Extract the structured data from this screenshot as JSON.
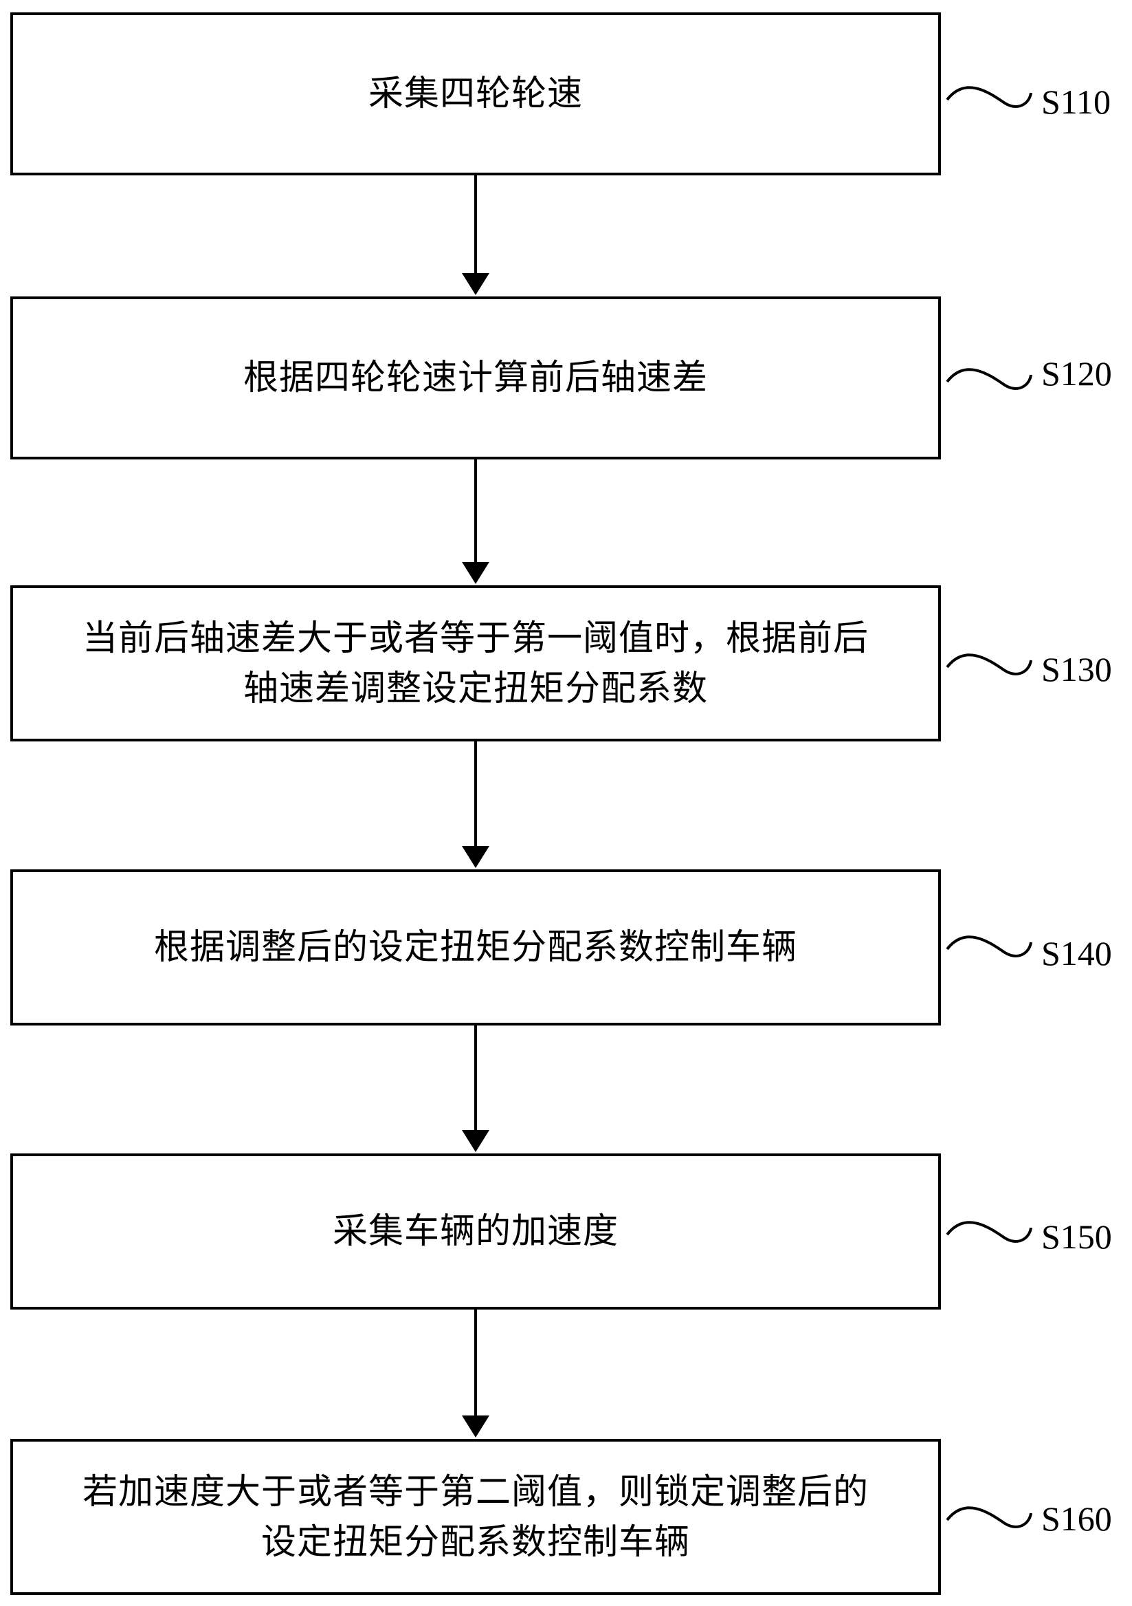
{
  "steps": [
    {
      "label": "S110",
      "lines": [
        "采集四轮轮速"
      ]
    },
    {
      "label": "S120",
      "lines": [
        "根据四轮轮速计算前后轴速差"
      ]
    },
    {
      "label": "S130",
      "lines": [
        "当前后轴速差大于或者等于第一阈值时，根据前后",
        "轴速差调整设定扭矩分配系数"
      ]
    },
    {
      "label": "S140",
      "lines": [
        "根据调整后的设定扭矩分配系数控制车辆"
      ]
    },
    {
      "label": "S150",
      "lines": [
        "采集车辆的加速度"
      ]
    },
    {
      "label": "S160",
      "lines": [
        "若加速度大于或者等于第二阈值，则锁定调整后的",
        "设定扭矩分配系数控制车辆"
      ]
    }
  ]
}
